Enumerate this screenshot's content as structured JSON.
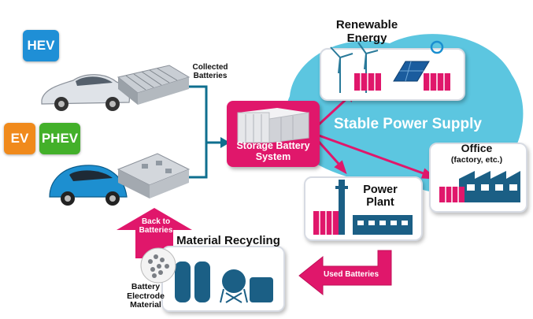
{
  "badges": {
    "hev": "HEV",
    "ev": "EV",
    "phev": "PHEV"
  },
  "labels": {
    "collected": "Collected\nBatteries",
    "storage": "Storage Battery\nSystem",
    "renewable": "Renewable\nEnergy",
    "stable": "Stable Power Supply",
    "office_title": "Office",
    "office_sub": "(factory, etc.)",
    "power_plant": "Power\nPlant",
    "recycling": "Material Recycling",
    "used": "Used Batteries",
    "back": "Back to\nBatteries",
    "electrode": "Battery\nElectrode\nMaterial"
  },
  "colors": {
    "hev": "#1f8fd6",
    "ev": "#f08a1c",
    "phev": "#43b02a",
    "magenta": "#e0176b",
    "teal": "#0f6f8f",
    "sky": "#5cc6e0"
  }
}
